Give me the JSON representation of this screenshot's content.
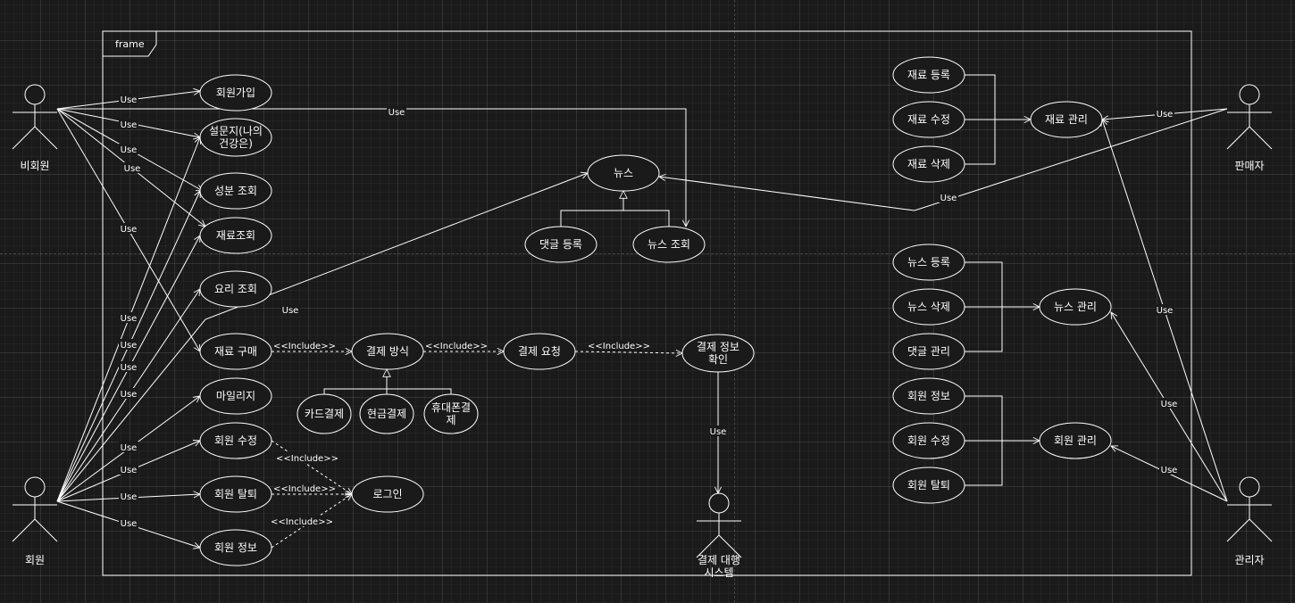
{
  "frame": {
    "title": "frame"
  },
  "actors": {
    "guest": "비회원",
    "member": "회원",
    "seller": "판매자",
    "admin": "관리자",
    "payment_system": [
      "결제 대행",
      "시스템"
    ]
  },
  "use_cases": {
    "signup": [
      "회원가입"
    ],
    "survey": [
      "설문지(나의",
      "건강은)"
    ],
    "ingredient_info": [
      "성분 조회"
    ],
    "ingredient_search": [
      "재료조회"
    ],
    "recipe_search": [
      "요리 조회"
    ],
    "ingredient_purchase": [
      "재료 구매"
    ],
    "mileage": [
      "마일리지"
    ],
    "member_edit": [
      "회원 수정"
    ],
    "member_withdraw": [
      "회원 탈퇴"
    ],
    "member_info": [
      "회원 정보"
    ],
    "login": [
      "로그인"
    ],
    "payment_method": [
      "결제 방식"
    ],
    "card_payment": [
      "카드결제"
    ],
    "cash_payment": [
      "현금결제"
    ],
    "phone_payment": [
      "휴대폰결",
      "제"
    ],
    "payment_request": [
      "결제 요청"
    ],
    "payment_confirm": [
      "결제 정보",
      "확인"
    ],
    "news": [
      "뉴스"
    ],
    "comment_register": [
      "댓글 등록"
    ],
    "news_search": [
      "뉴스 조회"
    ],
    "ingredient_register": [
      "재료 등록"
    ],
    "ingredient_modify": [
      "재료 수정"
    ],
    "ingredient_delete": [
      "재료 삭제"
    ],
    "ingredient_manage": [
      "재료 관리"
    ],
    "news_register": [
      "뉴스 등록"
    ],
    "news_delete": [
      "뉴스 삭제"
    ],
    "comment_manage": [
      "댓글 관리"
    ],
    "news_manage": [
      "뉴스 관리"
    ],
    "admin_member_info": [
      "회원 정보"
    ],
    "admin_member_edit": [
      "회원 수정"
    ],
    "admin_member_withdraw": [
      "회원 탈퇴"
    ],
    "member_manage": [
      "회원 관리"
    ]
  },
  "edge_labels": {
    "use": "Use",
    "include": "<<Include>>"
  },
  "colors": {
    "background": "#1a1a1a",
    "stroke": "#ffffff",
    "text": "#ffffff"
  }
}
